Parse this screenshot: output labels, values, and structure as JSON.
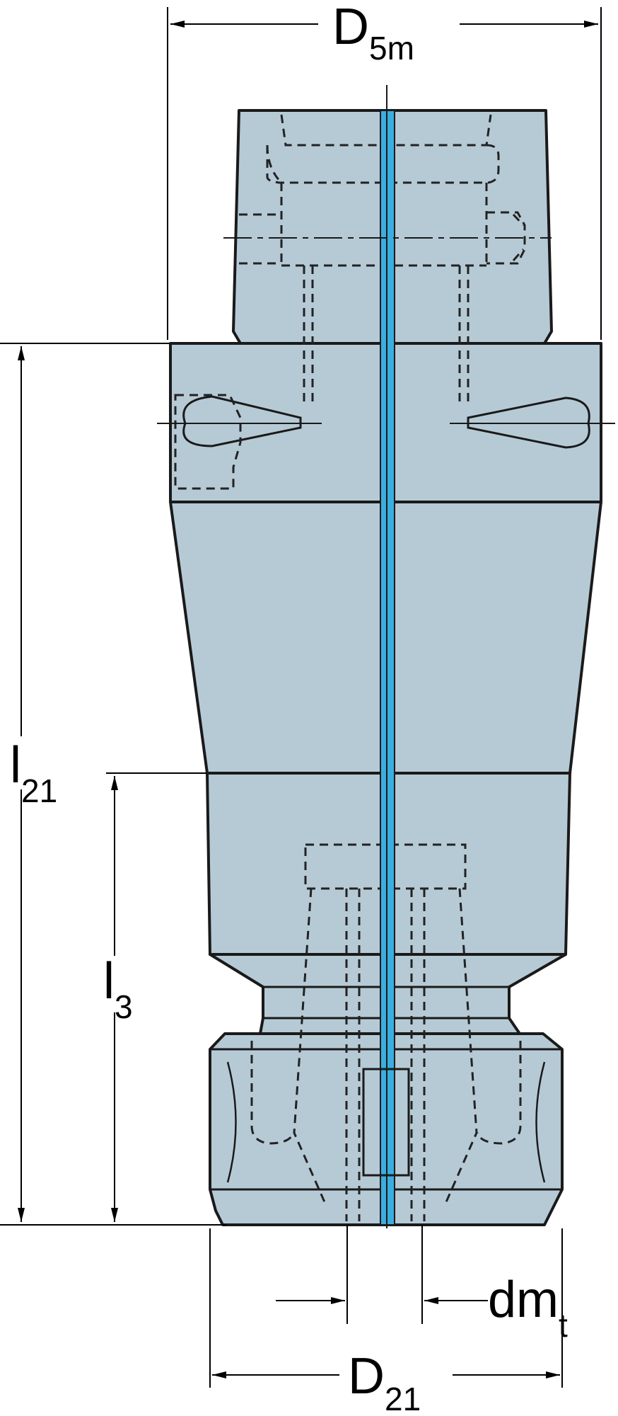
{
  "diagram": {
    "colors": {
      "body_fill": "#b6cad6",
      "outline": "#1a1a1a",
      "coolant_channel": "#3aaee0",
      "hidden_line": "#222222",
      "dimension_line": "#000000"
    },
    "dimensions": {
      "d5m": {
        "main": "D",
        "sub": "5m"
      },
      "l21": {
        "main": "l",
        "sub": "21"
      },
      "l3": {
        "main": "l",
        "sub": "3"
      },
      "dmt": {
        "main": "dm",
        "sub": "t"
      },
      "d21": {
        "main": "D",
        "sub": "21"
      }
    }
  }
}
